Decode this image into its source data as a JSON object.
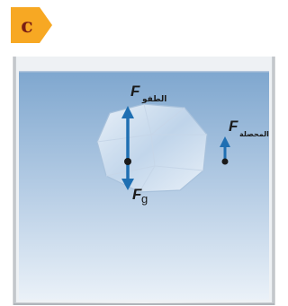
{
  "panel_badge": {
    "letter": "c",
    "color": "#f7a823",
    "text_color": "#7a1f14"
  },
  "container": {
    "wall_color": "#d5d8db",
    "water_top_color": "#7fa7cf",
    "water_bottom_color": "#eaf1f8"
  },
  "forces": {
    "buoyant": {
      "symbol": "F",
      "subscript": "الطفو",
      "direction": "up",
      "icon": "arrow-up-icon"
    },
    "gravity": {
      "symbol": "F",
      "subscript": "g",
      "direction": "down",
      "icon": "arrow-down-icon"
    },
    "net": {
      "symbol": "F",
      "subscript": "المحصلة",
      "direction": "up",
      "icon": "arrow-up-icon"
    },
    "arrow_color": "#1f6fb2"
  },
  "object": {
    "name": "ice-block",
    "color": "#e4edf6"
  }
}
